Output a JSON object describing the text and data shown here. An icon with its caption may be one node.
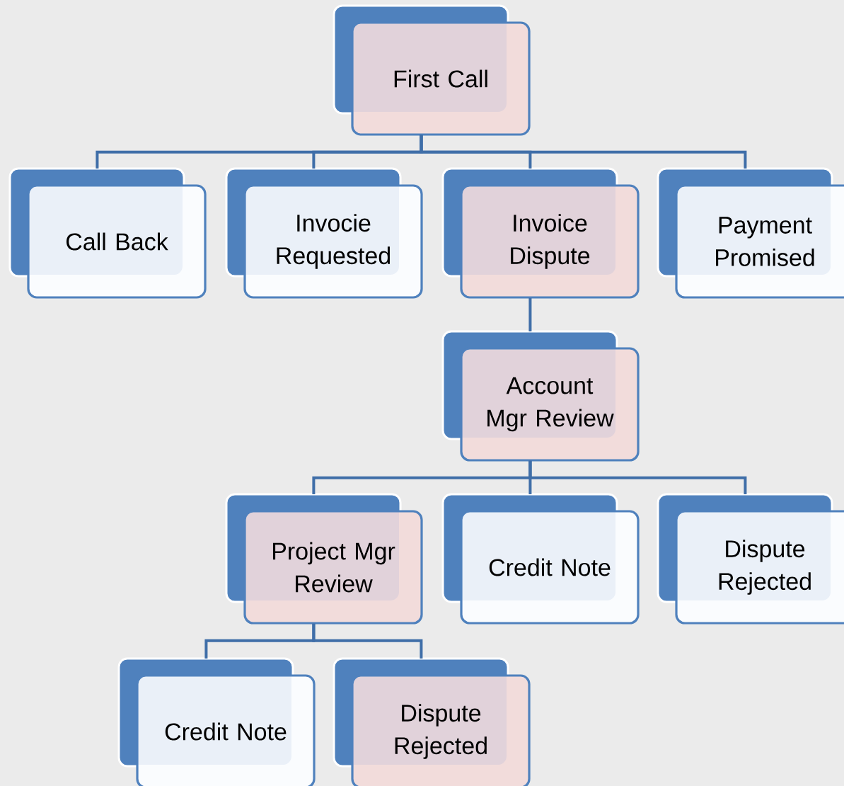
{
  "diagram": {
    "nodes": [
      {
        "text": [
          "First Call"
        ]
      },
      {
        "text": [
          "Call Back"
        ]
      },
      {
        "text": [
          "Invocie Requested"
        ]
      },
      {
        "text": [
          "Invoice Dispute"
        ]
      },
      {
        "text": [
          "Payment Promised"
        ]
      },
      {
        "text": [
          "Account Mgr Review"
        ]
      },
      {
        "text": [
          "Project Mgr Review"
        ]
      },
      {
        "text": [
          "Credit Note"
        ]
      },
      {
        "text": [
          "Dispute Rejected"
        ]
      },
      {
        "text": [
          "Credit Note"
        ]
      },
      {
        "text": [
          "Dispute Rejected"
        ]
      }
    ],
    "edges": [
      {
        "from": 0,
        "to": 1,
        "arrow": "none"
      },
      {
        "from": 0,
        "to": 2,
        "arrow": "none"
      },
      {
        "from": 0,
        "to": 3,
        "arrow": "none"
      },
      {
        "from": 0,
        "to": 4,
        "arrow": "none"
      },
      {
        "from": 3,
        "to": 5,
        "arrow": "none"
      },
      {
        "from": 5,
        "to": 6,
        "arrow": "none"
      },
      {
        "from": 5,
        "to": 7,
        "arrow": "none"
      },
      {
        "from": 5,
        "to": 8,
        "arrow": "none"
      },
      {
        "from": 6,
        "to": 9,
        "arrow": "none"
      },
      {
        "from": 6,
        "to": 10,
        "arrow": "none"
      }
    ]
  }
}
